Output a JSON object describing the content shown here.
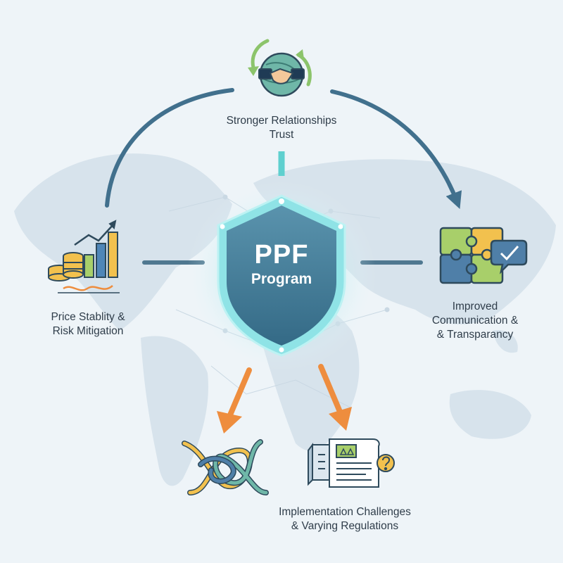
{
  "center": {
    "title": "PPF",
    "subtitle": "Program"
  },
  "nodes": {
    "top": {
      "line1": "Stronger Relationships",
      "line2": "Trust"
    },
    "left": {
      "line1": "Price Stablity &",
      "line2": "Risk Mitigation"
    },
    "right": {
      "line1": "Improved",
      "line2": "Communication &",
      "line3": "& Transparancy"
    },
    "bottom": {
      "line1": "Implementation Challenges",
      "line2": "& Varying Regulations"
    }
  },
  "colors": {
    "background": "#eef4f8",
    "map": "#d5e1ea",
    "arc": "#41708d",
    "connector": "#4f7890",
    "connector_top": "#5fd0cf",
    "orange_arrow": "#ee8d3e",
    "shield": "#3f7a96",
    "shield_rim": "#8fe3e6",
    "text": "#2f3d4a"
  },
  "icons": {
    "top": "handshake-globe-icon",
    "left": "coins-bar-chart-icon",
    "right": "puzzle-check-icon",
    "bottom_left": "tangled-rope-icon",
    "bottom_right": "documents-question-icon"
  }
}
